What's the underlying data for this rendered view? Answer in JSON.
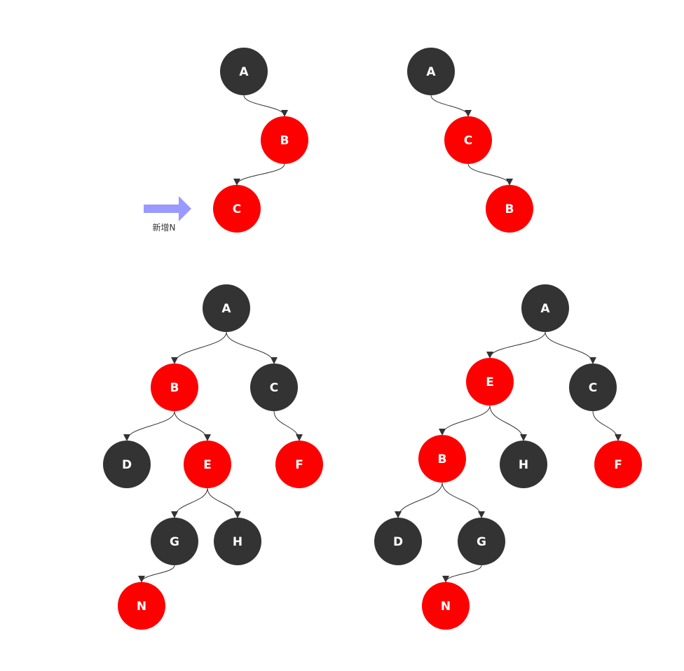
{
  "colors": {
    "red": "#ff0000",
    "black": "#333333",
    "edge": "#333333",
    "callout": "#9999ff"
  },
  "callout": {
    "label": "新增N"
  },
  "trees": [
    {
      "id": "t1",
      "nodes": [
        {
          "id": "A",
          "label": "A",
          "color": "black"
        },
        {
          "id": "B",
          "label": "B",
          "color": "red"
        },
        {
          "id": "C",
          "label": "C",
          "color": "red"
        }
      ],
      "edges": [
        [
          "A",
          "B"
        ],
        [
          "B",
          "C"
        ]
      ]
    },
    {
      "id": "t2",
      "nodes": [
        {
          "id": "A",
          "label": "A",
          "color": "black"
        },
        {
          "id": "C",
          "label": "C",
          "color": "red"
        },
        {
          "id": "B",
          "label": "B",
          "color": "red"
        }
      ],
      "edges": [
        [
          "A",
          "C"
        ],
        [
          "C",
          "B"
        ]
      ]
    },
    {
      "id": "t3",
      "nodes": [
        {
          "id": "A",
          "label": "A",
          "color": "black"
        },
        {
          "id": "B",
          "label": "B",
          "color": "red"
        },
        {
          "id": "C",
          "label": "C",
          "color": "black"
        },
        {
          "id": "D",
          "label": "D",
          "color": "black"
        },
        {
          "id": "E",
          "label": "E",
          "color": "red"
        },
        {
          "id": "F",
          "label": "F",
          "color": "red"
        },
        {
          "id": "G",
          "label": "G",
          "color": "black"
        },
        {
          "id": "H",
          "label": "H",
          "color": "black"
        },
        {
          "id": "N",
          "label": "N",
          "color": "red"
        }
      ],
      "edges": [
        [
          "A",
          "B"
        ],
        [
          "A",
          "C"
        ],
        [
          "B",
          "D"
        ],
        [
          "B",
          "E"
        ],
        [
          "C",
          "F"
        ],
        [
          "E",
          "G"
        ],
        [
          "E",
          "H"
        ],
        [
          "G",
          "N"
        ]
      ]
    },
    {
      "id": "t4",
      "nodes": [
        {
          "id": "A",
          "label": "A",
          "color": "black"
        },
        {
          "id": "E",
          "label": "E",
          "color": "red"
        },
        {
          "id": "C",
          "label": "C",
          "color": "black"
        },
        {
          "id": "B",
          "label": "B",
          "color": "red"
        },
        {
          "id": "H",
          "label": "H",
          "color": "black"
        },
        {
          "id": "F",
          "label": "F",
          "color": "red"
        },
        {
          "id": "D",
          "label": "D",
          "color": "black"
        },
        {
          "id": "G",
          "label": "G",
          "color": "black"
        },
        {
          "id": "N",
          "label": "N",
          "color": "red"
        }
      ],
      "edges": [
        [
          "A",
          "E"
        ],
        [
          "A",
          "C"
        ],
        [
          "E",
          "B"
        ],
        [
          "E",
          "H"
        ],
        [
          "C",
          "F"
        ],
        [
          "B",
          "D"
        ],
        [
          "B",
          "G"
        ],
        [
          "G",
          "N"
        ]
      ]
    }
  ]
}
